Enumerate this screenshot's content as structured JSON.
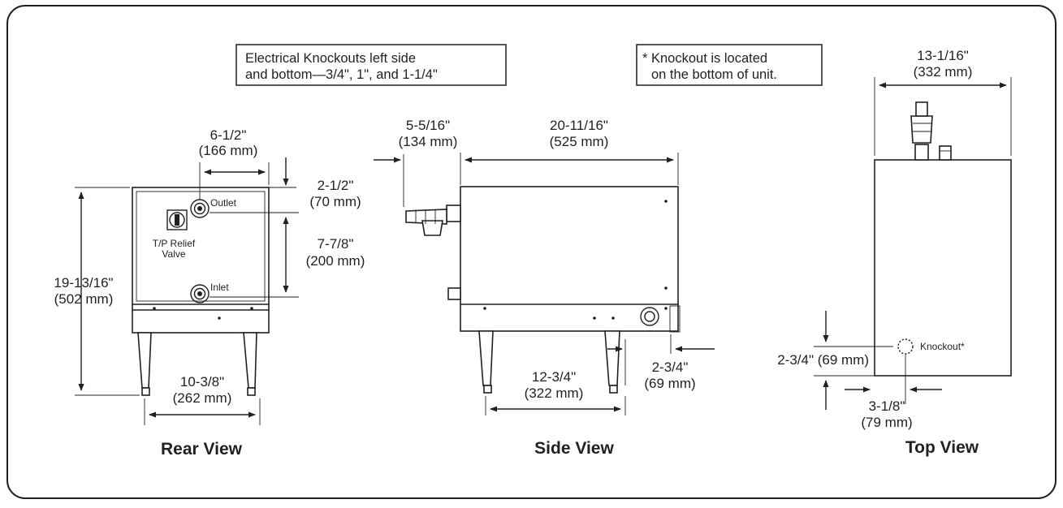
{
  "notes": {
    "knockouts_line1": "Electrical Knockouts left side",
    "knockouts_line2": "and bottom—3/4\", 1\", and 1-1/4\"",
    "knockout_loc_line1": "* Knockout is located",
    "knockout_loc_line2": "on the bottom of unit."
  },
  "rear": {
    "title": "Rear View",
    "w_in": "6-1/2\"",
    "w_mm": "(166 mm)",
    "top_in": "2-1/2\"",
    "top_mm": "(70 mm)",
    "spacing_in": "7-7/8\"",
    "spacing_mm": "(200 mm)",
    "height_in": "19-13/16\"",
    "height_mm": "(502 mm)",
    "legs_in": "10-3/8\"",
    "legs_mm": "(262 mm)",
    "outlet": "Outlet",
    "inlet": "Inlet",
    "valve_line1": "T/P Relief",
    "valve_line2": "Valve"
  },
  "side": {
    "title": "Side View",
    "valve_in": "5-5/16\"",
    "valve_mm": "(134 mm)",
    "depth_in": "20-11/16\"",
    "depth_mm": "(525 mm)",
    "legs_in": "12-3/4\"",
    "legs_mm": "(322 mm)",
    "rear_in": "2-3/4\"",
    "rear_mm": "(69 mm)"
  },
  "top": {
    "title": "Top View",
    "w_in": "13-1/16\"",
    "w_mm": "(332 mm)",
    "ko_y": "2-3/4\" (69 mm)",
    "ko_x_in": "3-1/8\"",
    "ko_x_mm": "(79 mm)",
    "knockout": "Knockout*"
  }
}
